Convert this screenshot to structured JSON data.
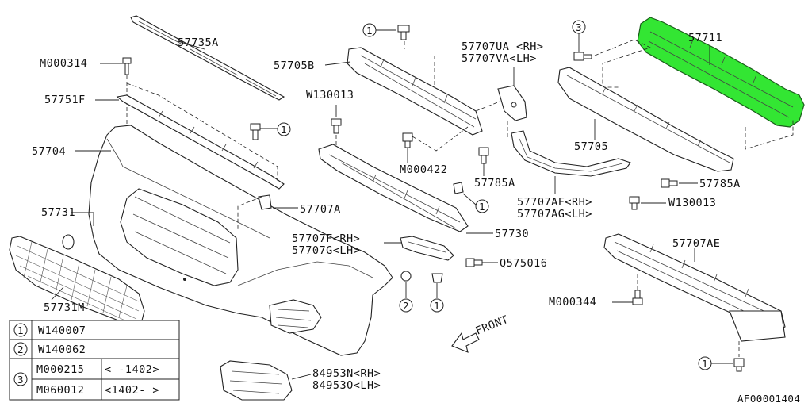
{
  "labels": {
    "p57735A": "57735A",
    "pM000314": "M000314",
    "p57751F": "57751F",
    "p57704": "57704",
    "p57731": "57731",
    "p57731M": "57731M",
    "p57705B": "57705B",
    "pW130013a": "W130013",
    "pM000422": "M000422",
    "p57707A": "57707A",
    "p57730": "57730",
    "p57707F": "57707F<RH>",
    "p57707G": "57707G<LH>",
    "pQ575016": "Q575016",
    "p57707UA": "57707UA <RH>",
    "p57707VA": "57707VA<LH>",
    "p57785Aa": "57785A",
    "p57707AF": "57707AF<RH>",
    "p57707AG": "57707AG<LH>",
    "p57711": "57711",
    "p57705": "57705",
    "p57785Ab": "57785A",
    "pW130013b": "W130013",
    "p57707AE": "57707AE",
    "pM000344": "M000344",
    "p84953N": "84953N<RH>",
    "p84953O": "84953O<LH>",
    "front": "FRONT",
    "diagram_code": "AF00001404"
  },
  "callouts": {
    "c1": "1",
    "c2": "2",
    "c3": "3"
  },
  "legend": {
    "row1_no": "1",
    "row1_part": "W140007",
    "row2_no": "2",
    "row2_part": "W140062",
    "row3_no": "3",
    "row3a_part": "M000215",
    "row3a_range": "<   -1402>",
    "row3b_part": "M060012",
    "row3b_range": "<1402-    >"
  },
  "colors": {
    "highlight": "#33e633"
  }
}
